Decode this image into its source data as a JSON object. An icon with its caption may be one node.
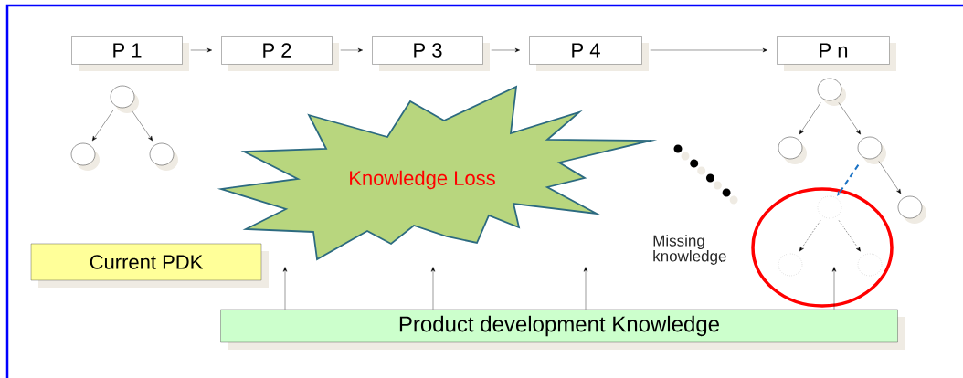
{
  "diagram": {
    "nodes": [
      {
        "text": [
          "P 1"
        ]
      },
      {
        "text": [
          "P 2"
        ]
      },
      {
        "text": [
          "P 3"
        ]
      },
      {
        "text": [
          "P 4"
        ]
      },
      {
        "text": [
          "P n"
        ]
      },
      {
        "text": [],
        "shape": "circle"
      },
      {
        "text": [],
        "shape": "circle"
      },
      {
        "text": [],
        "shape": "circle"
      },
      {
        "text": [
          "Knowledge Loss"
        ]
      },
      {
        "text": [],
        "shape": "circle"
      },
      {
        "text": [],
        "shape": "circle"
      },
      {
        "text": [],
        "shape": "circle"
      },
      {
        "text": [],
        "shape": "circle"
      },
      {
        "text": [],
        "shape": "circle"
      },
      {
        "text": [],
        "shape": "circle",
        "in": 13
      },
      {
        "text": [],
        "shape": "circle",
        "in": 13
      },
      {
        "text": [],
        "shape": "circle",
        "in": 13
      },
      {
        "text": [
          "Current PDK"
        ]
      },
      {
        "text": [
          "Product development Knowledge"
        ]
      }
    ],
    "edges": [
      {
        "from": 0,
        "to": 1,
        "arrow": "to"
      },
      {
        "from": 1,
        "to": 2,
        "arrow": "to"
      },
      {
        "from": 2,
        "to": 3,
        "arrow": "to"
      },
      {
        "from": 3,
        "to": 4,
        "arrow": "to"
      },
      {
        "from": 5,
        "to": 6,
        "arrow": "to"
      },
      {
        "from": 5,
        "to": 7,
        "arrow": "to"
      },
      {
        "from": 9,
        "to": 10,
        "arrow": "to"
      },
      {
        "from": 9,
        "to": 11,
        "arrow": "to"
      },
      {
        "from": 11,
        "to": 12,
        "arrow": "to"
      },
      {
        "from": 11,
        "to": 14,
        "arrow": "to",
        "style": "dashed",
        "color": "#1a72c4"
      },
      {
        "from": 14,
        "to": 15,
        "arrow": "to",
        "style": "dashed"
      },
      {
        "from": 14,
        "to": 16,
        "arrow": "to",
        "style": "dashed"
      },
      {
        "from": 18,
        "to": null,
        "arrow": "to"
      },
      {
        "from": 18,
        "to": null,
        "arrow": "to"
      },
      {
        "from": 18,
        "to": null,
        "arrow": "to"
      },
      {
        "from": 18,
        "to": null,
        "arrow": "to"
      }
    ],
    "labels": [
      "Missing knowledge"
    ]
  }
}
